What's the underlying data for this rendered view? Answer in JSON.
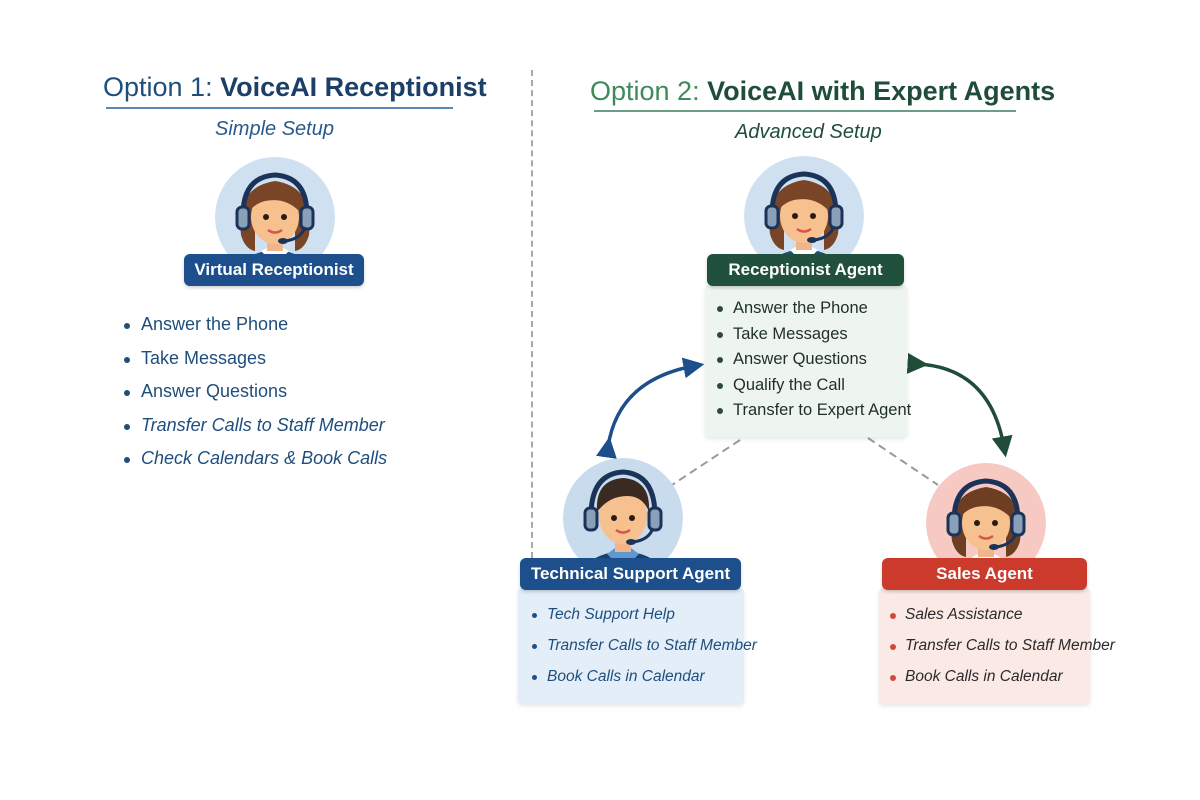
{
  "option1": {
    "title_prefix": "Option 1:",
    "title_main": "VoiceAI Receptionist",
    "subtitle": "Simple Setup",
    "agent": {
      "label": "Virtual Receptionist",
      "avatar": "female-agent-headset-icon",
      "tasks": [
        "Answer the Phone",
        "Take Messages",
        "Answer Questions",
        "Transfer Calls to Staff Member",
        "Check Calendars & Book Calls"
      ]
    }
  },
  "option2": {
    "title_prefix": "Option 2:",
    "title_main": "VoiceAI with Expert Agents",
    "subtitle": "Advanced Setup",
    "receptionist": {
      "label": "Receptionist Agent",
      "avatar": "female-agent-headset-icon",
      "tasks": [
        "Answer the Phone",
        "Take Messages",
        "Answer Questions",
        "Qualify the Call",
        "Transfer to Expert Agent"
      ]
    },
    "tech_support": {
      "label": "Technical Support Agent",
      "avatar": "male-agent-headset-icon",
      "tasks": [
        "Tech Support Help",
        "Transfer Calls to Staff Member",
        "Book Calls in Calendar"
      ]
    },
    "sales": {
      "label": "Sales Agent",
      "avatar": "female-agent-headset-icon",
      "tasks": [
        "Sales Assistance",
        "Transfer Calls to Staff Member",
        "Book Calls in Calendar"
      ]
    },
    "connections": [
      {
        "from": "Receptionist Agent",
        "to": "Technical Support Agent",
        "type": "bidirectional-arrow"
      },
      {
        "from": "Receptionist Agent",
        "to": "Sales Agent",
        "type": "bidirectional-arrow"
      }
    ]
  },
  "colors": {
    "option1_primary": "#1c4f8c",
    "option2_primary": "#21503d",
    "option2_title_prefix": "#3d8a5c",
    "sales_red": "#cc3a2c",
    "tech_card_bg": "#e3eef8",
    "receptionist_card_bg": "#eef4ef",
    "sales_card_bg": "#fbe9e6"
  }
}
